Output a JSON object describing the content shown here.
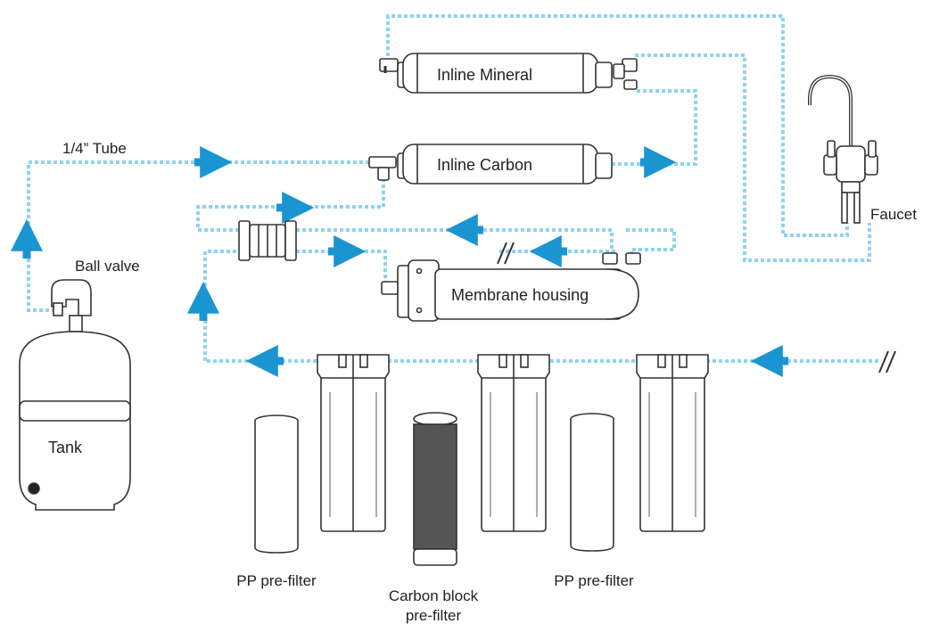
{
  "labels": {
    "tube": "1/4” Tube",
    "ball_valve": "Ball valve",
    "tank": "Tank",
    "inline_mineral": "Inline Mineral",
    "inline_carbon": "Inline Carbon",
    "membrane_housing": "Membrane housing",
    "faucet": "Faucet",
    "pp_prefilter_left": "PP pre-filter",
    "carbon_block_line1": "Carbon block",
    "carbon_block_line2": "pre-filter",
    "pp_prefilter_right": "PP pre-filter"
  },
  "colors": {
    "tube": "#8fd3ee",
    "arrow": "#1b95d1",
    "outline": "#333333",
    "fill": "#ffffff"
  },
  "icons": {
    "flow_arrow": "arrow-icon",
    "break_mark": "double-slash-icon"
  }
}
